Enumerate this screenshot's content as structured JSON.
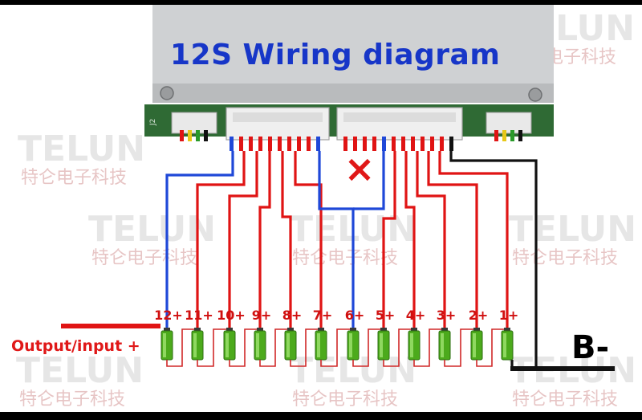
{
  "title": "12S Wiring diagram",
  "output_label": "Output/input +",
  "b_minus_label": "B-",
  "watermark": {
    "brand": "TELUN",
    "cn": "特仑电子科技"
  },
  "board": {
    "left_connector_label": "J2",
    "fault_mark": "×"
  },
  "cells": [
    "12+",
    "11+",
    "10+",
    "9+",
    "8+",
    "7+",
    "6+",
    "5+",
    "4+",
    "3+",
    "2+",
    "1+"
  ],
  "colors": {
    "wire_red": "#e01414",
    "wire_blue": "#1f48d8",
    "wire_black": "#111111",
    "title": "#1736c8",
    "cell_green": "#4caa1c"
  }
}
